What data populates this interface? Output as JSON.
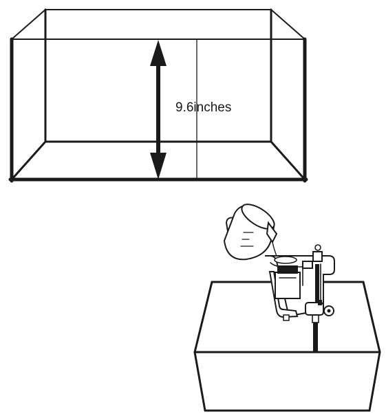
{
  "tank_height_label": "9.6inches",
  "colors": {
    "line": "#1a1a1a",
    "background": "#ffffff"
  },
  "icons": {
    "upper_figure": "aquarium-tank-outline",
    "lower_figure": "hang-on-back-filter-with-pitcher"
  }
}
